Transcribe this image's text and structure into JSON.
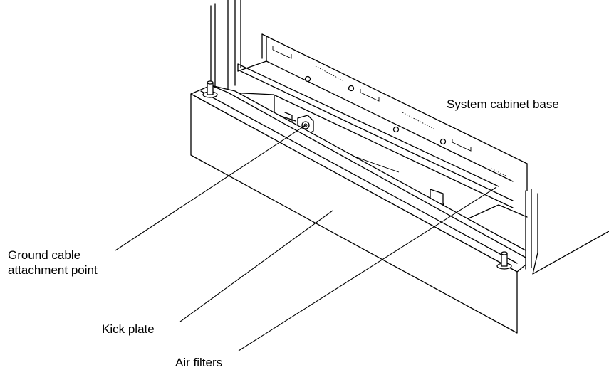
{
  "figure": {
    "labels": {
      "cabinet_base": "System cabinet base",
      "ground_line1": "Ground cable",
      "ground_line2": "attachment point",
      "kick_plate": "Kick plate",
      "air_filters": "Air filters"
    },
    "ink_color": "#000000",
    "background_color": "#ffffff"
  }
}
